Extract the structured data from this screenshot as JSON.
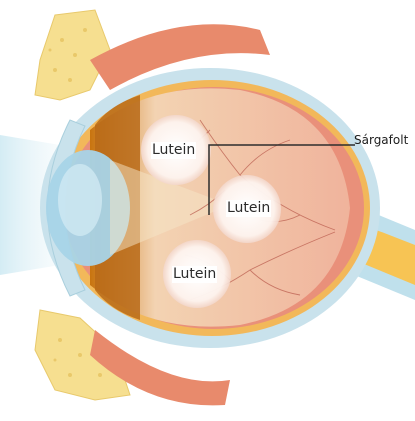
{
  "labels": {
    "macula": "Sárgafolt",
    "lutein_1": "Lutein",
    "lutein_2": "Lutein",
    "lutein_3": "Lutein"
  },
  "colors": {
    "sclera": "#c9e2ec",
    "choroid": "#f2b85a",
    "retina": "#e9907a",
    "vitreous": "#f6d4b8",
    "bone": "#f6df90",
    "muscle": "#e88a6c",
    "lens": "#a8d4e8",
    "optic_nerve": "#f7c454",
    "lutein_spot": "#fbeee6"
  }
}
